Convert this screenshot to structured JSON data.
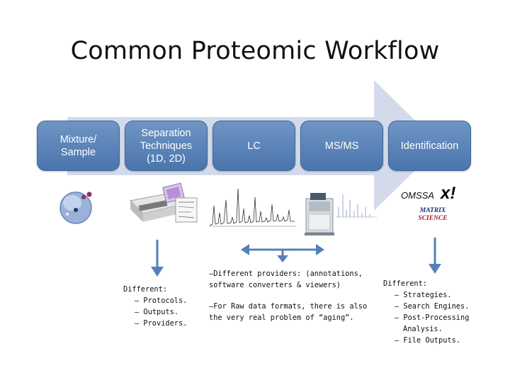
{
  "title": "Common Proteomic Workflow",
  "steps": [
    {
      "label": "Mixture/\nSample"
    },
    {
      "label": "Separation\nTechniques\n(1D, 2D)"
    },
    {
      "label": "LC"
    },
    {
      "label": "MS/MS"
    },
    {
      "label": "Identification"
    }
  ],
  "logos": {
    "omssa": "OMSSA",
    "xtandem": "x!",
    "matrix_line1": "MATRIX",
    "matrix_line2": "SCIENCE"
  },
  "notes": {
    "separation": {
      "heading": "Different:",
      "items": [
        "– Protocols.",
        "– Outputs.",
        "– Providers."
      ]
    },
    "lc_ms": {
      "line1": "–Different providers: (annotations,",
      "line2": "software converters & viewers)",
      "line3": "–For Raw data formats, there is also",
      "line4": "the very real problem of “aging”."
    },
    "identification": {
      "heading": "Different:",
      "items": [
        "– Strategies.",
        "– Search Engines.",
        "– Post-Processing",
        "Analysis.",
        "– File Outputs."
      ]
    }
  },
  "colors": {
    "step_fill": "#5b84b9",
    "big_arrow": "#d3dbea",
    "down_arrow": "#5580b8"
  }
}
